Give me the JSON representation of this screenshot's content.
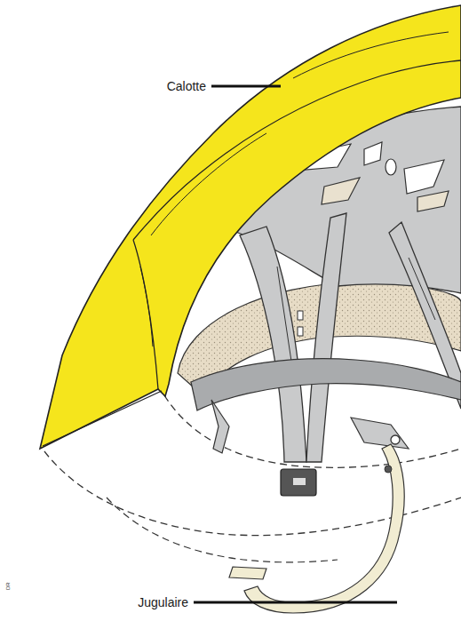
{
  "diagram": {
    "labels": [
      "Calotte",
      "Jugulaire",
      "DR"
    ]
  }
}
